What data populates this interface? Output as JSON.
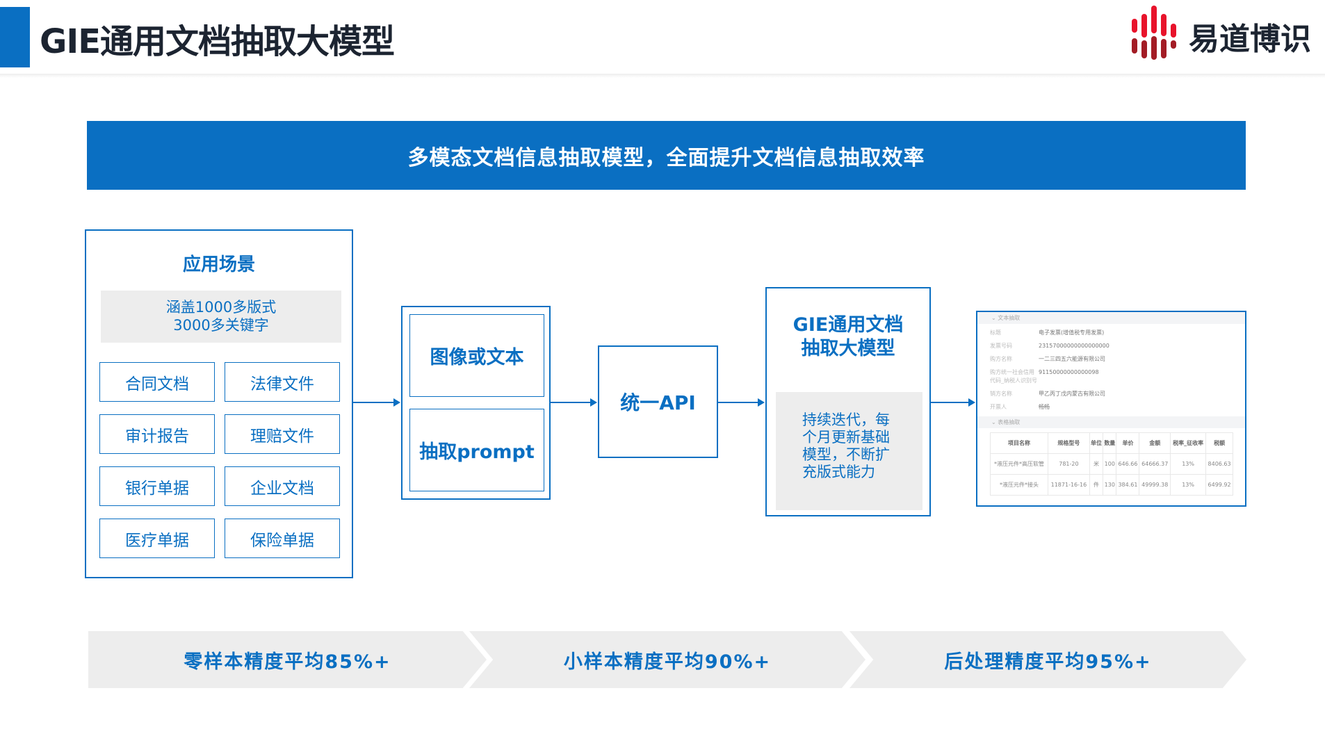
{
  "header": {
    "title": "GIE通用文档抽取大模型",
    "logo_text": "易道博识",
    "accent": "#0a6fc2"
  },
  "banner": "多模态文档信息抽取模型，全面提升文档信息抽取效率",
  "scenarios": {
    "title": "应用场景",
    "coverage_line1": "涵盖1000多版式",
    "coverage_line2": "3000多关键字",
    "items": [
      "合同文档",
      "法律文件",
      "审计报告",
      "理赔文件",
      "银行单据",
      "企业文档",
      "医疗单据",
      "保险单据"
    ]
  },
  "input": {
    "box1": "图像或文本",
    "box2": "抽取prompt"
  },
  "api": "统一API",
  "model": {
    "title_line1": "GIE通用文档",
    "title_line2": "抽取大模型",
    "desc": "持续迭代，每个月更新基础模型，不断扩充版式能力"
  },
  "result": {
    "text_section": "文本抽取",
    "fields": [
      {
        "key": "标题",
        "value": "电子发票(增值税专用发票)"
      },
      {
        "key": "发票号码",
        "value": "23157000000000000000"
      },
      {
        "key": "购方名称",
        "value": "一二三四五六能源有限公司"
      },
      {
        "key": "购方统一社会信用代码_纳税人识别号",
        "value": "91150000000000098"
      },
      {
        "key": "销方名称",
        "value": "甲乙丙丁戊内蒙古有限公司"
      },
      {
        "key": "开票人",
        "value": "畅畅"
      }
    ],
    "table_section": "表格抽取",
    "columns": [
      "项目名称",
      "规格型号",
      "单位",
      "数量",
      "单价",
      "金额",
      "税率_征收率",
      "税额"
    ],
    "rows": [
      [
        "*液压元件*高压软管",
        "781-20",
        "米",
        "100",
        "646.66",
        "64666.37",
        "13%",
        "8406.63"
      ],
      [
        "*液压元件*接头",
        "11871-16-16",
        "件",
        "130",
        "384.61",
        "49999.38",
        "13%",
        "6499.92"
      ]
    ]
  },
  "metrics": [
    "零样本精度平均85%+",
    "小样本精度平均90%+",
    "后处理精度平均95%+"
  ]
}
